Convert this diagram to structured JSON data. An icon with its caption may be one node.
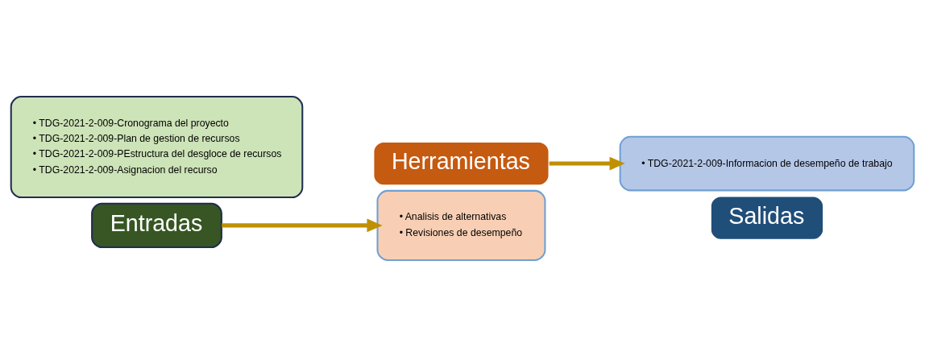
{
  "diagram": {
    "nodes": [
      {
        "text": [
          "• TDG-2021-2-009-Cronograma del proyecto",
          "• TDG-2021-2-009-Plan de gestion de recursos",
          "• TDG-2021-2-009-PEstructura del desgloce de recursos",
          "• TDG-2021-2-009-Asignacion del recurso"
        ]
      },
      {
        "text": [
          "Entradas"
        ]
      },
      {
        "text": [
          "• Analisis de alternativas",
          "• Revisiones de desempeño"
        ]
      },
      {
        "text": [
          "Herramientas"
        ]
      },
      {
        "text": [
          "• TDG-2021-2-009-Informacion de desempeño de trabajo"
        ]
      },
      {
        "text": [
          "Salidas"
        ]
      }
    ],
    "edges": [
      {
        "from": 1,
        "to": 2,
        "arrow": "to"
      },
      {
        "from": 3,
        "to": 4,
        "arrow": "to"
      }
    ]
  }
}
